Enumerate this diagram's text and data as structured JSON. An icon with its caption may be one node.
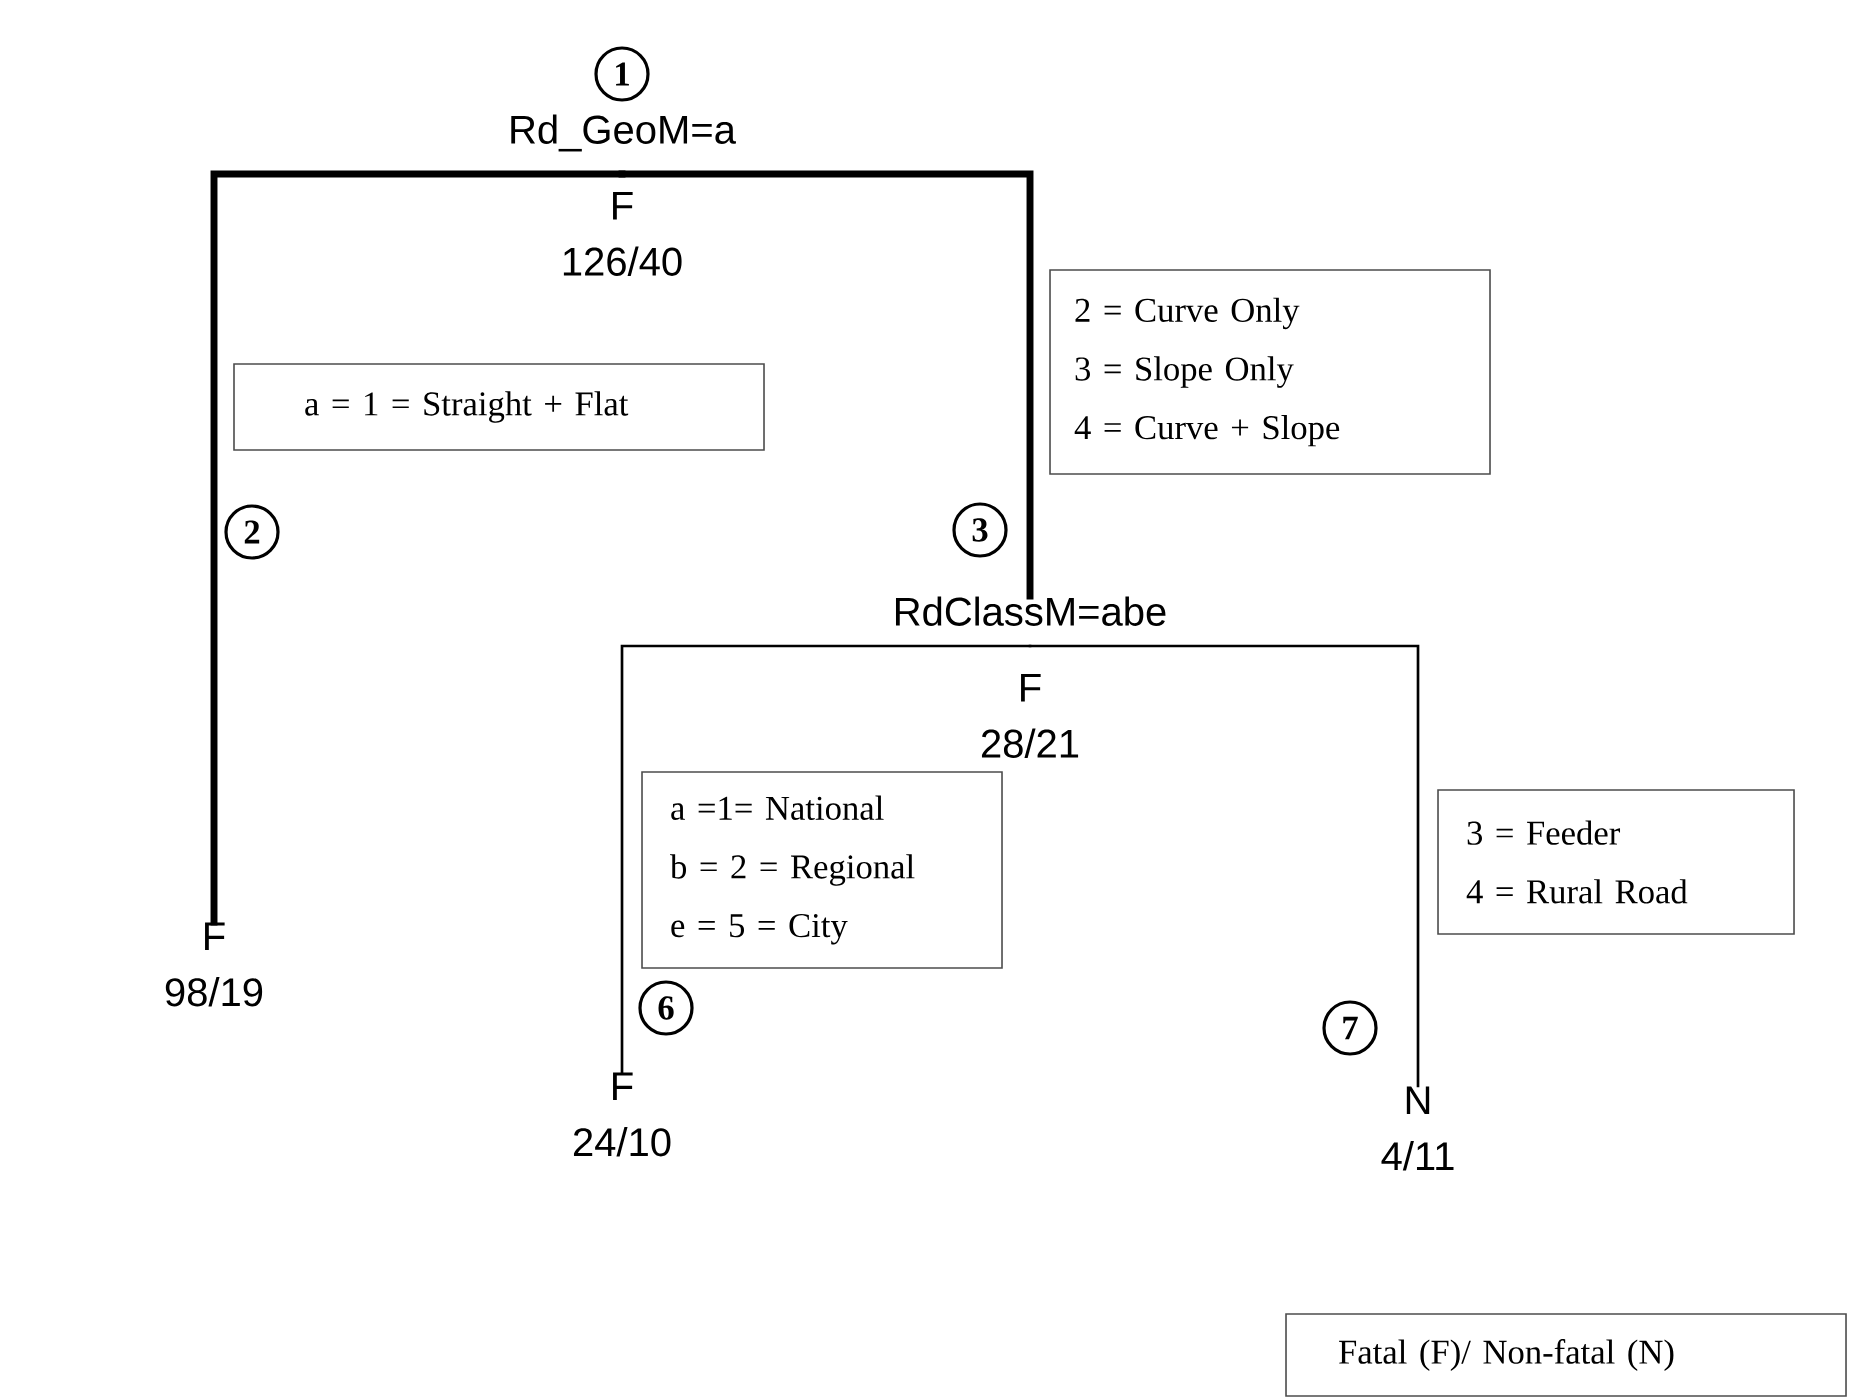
{
  "diagram": {
    "nodes": [
      {
        "text": [
          "1"
        ]
      },
      {
        "text": [
          "Rd_GeoM=a",
          "F",
          "126/40"
        ]
      },
      {
        "text": [
          "a = 1 = Straight + Flat"
        ]
      },
      {
        "text": [
          "2 = Curve Only",
          "3 = Slope Only",
          "4 = Curve + Slope"
        ]
      },
      {
        "text": [
          "2"
        ]
      },
      {
        "text": [
          "F",
          "98/19"
        ]
      },
      {
        "text": [
          "3"
        ]
      },
      {
        "text": [
          "RdClassM=abe",
          "F",
          "28/21"
        ]
      },
      {
        "text": [
          "a =1= National",
          "b = 2 = Regional",
          "e = 5 = City"
        ]
      },
      {
        "text": [
          "3 = Feeder",
          "4 = Rural Road"
        ]
      },
      {
        "text": [
          "6"
        ]
      },
      {
        "text": [
          "F",
          "24/10"
        ]
      },
      {
        "text": [
          "7"
        ]
      },
      {
        "text": [
          "N",
          "4/11"
        ]
      },
      {
        "text": [
          "Fatal (F)/ Non-fatal (N)"
        ]
      }
    ],
    "edges": [
      {
        "from": 1,
        "to": 5,
        "arrow": "none",
        "style": "thick"
      },
      {
        "from": 1,
        "to": 7,
        "arrow": "none",
        "style": "thick"
      },
      {
        "from": 7,
        "to": 11,
        "arrow": "none"
      },
      {
        "from": 7,
        "to": 13,
        "arrow": "none"
      }
    ]
  }
}
